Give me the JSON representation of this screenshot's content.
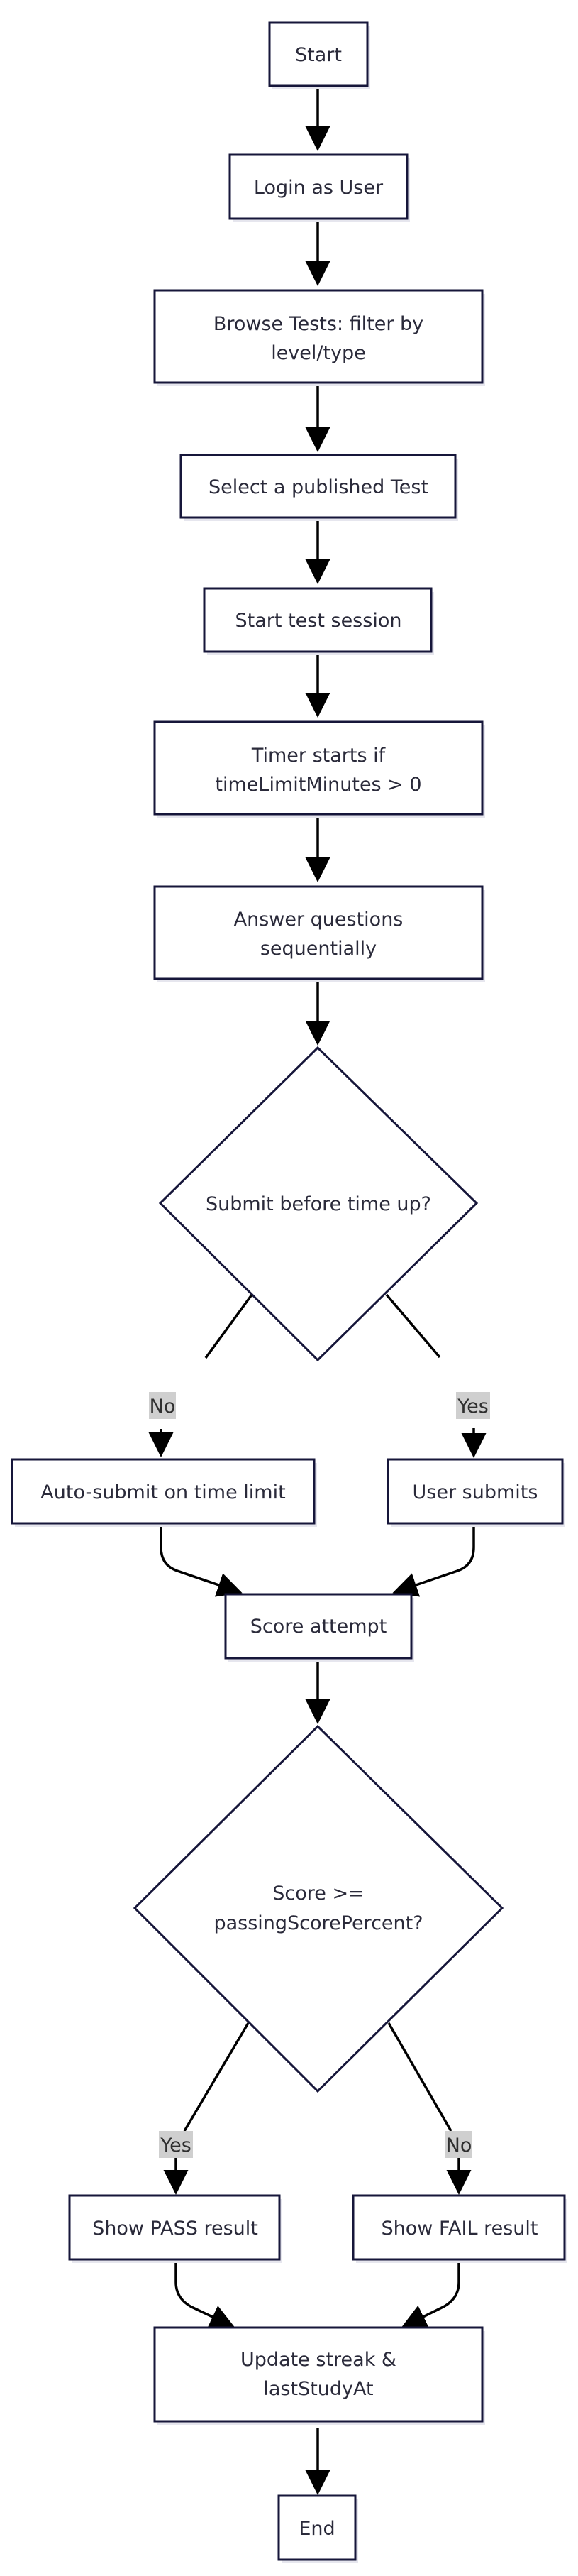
{
  "nodes": {
    "start": "Start",
    "login": "Login as User",
    "browse": [
      "Browse Tests: filter by",
      "level/type"
    ],
    "select": "Select a published Test",
    "session": "Start test session",
    "timer": [
      "Timer starts if",
      "timeLimitMinutes > 0"
    ],
    "answer": [
      "Answer questions",
      "sequentially"
    ],
    "submit_decision": "Submit before time up?",
    "auto_submit": "Auto-submit on time limit",
    "user_submits": "User submits",
    "score": "Score attempt",
    "score_decision": [
      "Score >=",
      "passingScorePercent?"
    ],
    "pass": "Show PASS result",
    "fail": "Show FAIL result",
    "update": [
      "Update streak &",
      "lastStudyAt"
    ],
    "end": "End"
  },
  "edge_labels": {
    "submit_no": "No",
    "submit_yes": "Yes",
    "score_yes": "Yes",
    "score_no": "No"
  },
  "colors": {
    "node_stroke": "#16163a",
    "edge": "#000000",
    "label_bg": "#cfcfcf"
  }
}
